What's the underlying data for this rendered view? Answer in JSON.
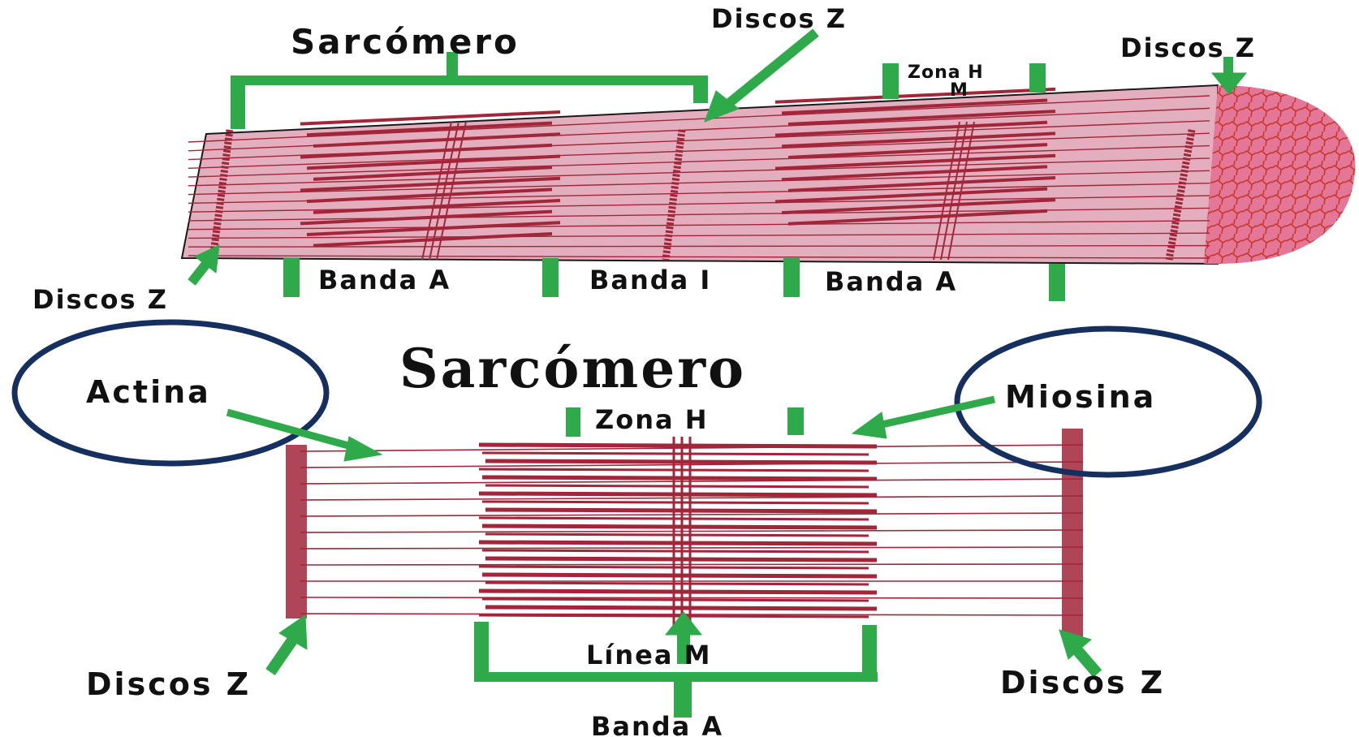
{
  "colors": {
    "fiber_pink": "#e3aebd",
    "fiber_edge": "#1a1a1a",
    "filament": "#a1263a",
    "cross_section": "#e05a82",
    "bracket_green": "#2eaa4a",
    "circle": "#15305e"
  },
  "top": {
    "title": "Sarcómero",
    "discos_z_top": "Discos Z",
    "discos_z_right": "Discos Z",
    "discos_z_left": "Discos Z",
    "zona_h": "Zona H",
    "m": "M",
    "banda_a_left": "Banda A",
    "banda_i": "Banda I",
    "banda_a_right": "Banda A"
  },
  "bottom": {
    "title": "Sarcómero",
    "actina": "Actina",
    "miosina": "Miosina",
    "zona_h": "Zona H",
    "linea_m": "Línea M",
    "banda_a": "Banda A",
    "discos_z_left": "Discos Z",
    "discos_z_right": "Discos Z"
  }
}
